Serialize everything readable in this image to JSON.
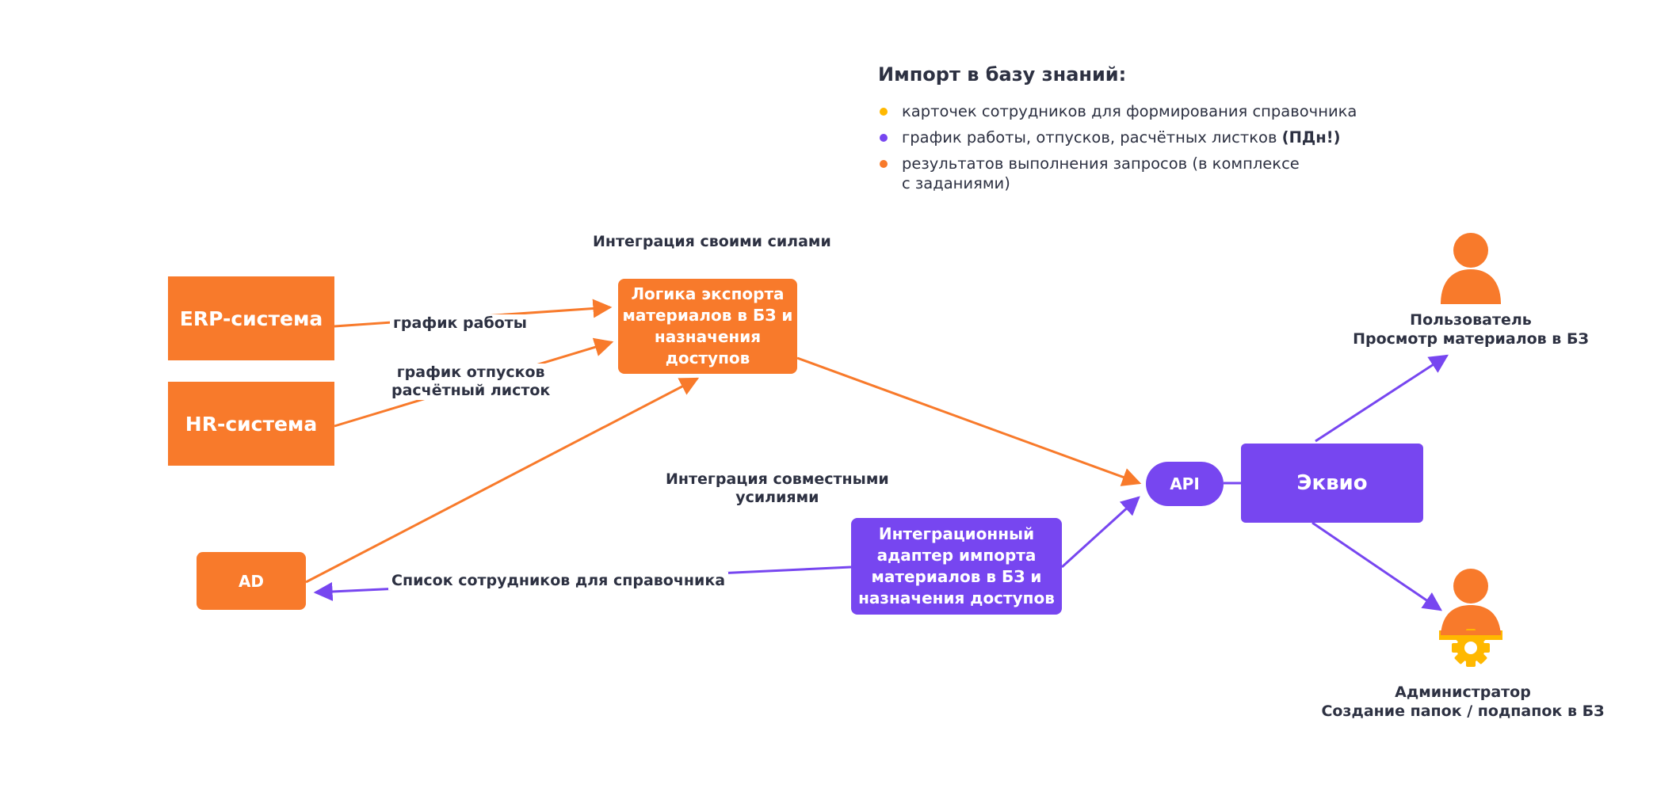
{
  "legend": {
    "title": "Импорт в базу знаний:",
    "items": [
      {
        "text": "карточек сотрудников для формирования справочника",
        "bold": "",
        "color": "#ffb800"
      },
      {
        "text": "график работы, отпусков, расчётных листков",
        "bold": "(ПДн!)",
        "color": "#7746f0"
      },
      {
        "text_lines": [
          "результатов выполнения запросов (в комплексе",
          "с заданиями)"
        ],
        "color": "#f87a2b"
      }
    ]
  },
  "headings": {
    "self_integration": "Интеграция своими силами",
    "joint_integration": [
      "Интеграция совместными",
      "усилиями"
    ]
  },
  "nodes": {
    "erp": "ERP-система",
    "hr": "HR-система",
    "ad": "AD",
    "export_logic": [
      "Логика экспорта",
      "материалов в БЗ и",
      "назначения",
      "доступов"
    ],
    "adapter": [
      "Интеграционный",
      "адаптер импорта",
      "материалов в БЗ и",
      "назначения доступов"
    ],
    "api": "API",
    "ekvio": "Эквио"
  },
  "edge_labels": {
    "work_schedule": "график работы",
    "vacation_payslip": [
      "график отпусков",
      "расчётный листок"
    ],
    "employee_list": "Список сотрудников для справочника"
  },
  "actors": {
    "user": [
      "Пользователь",
      "Просмотр материалов в БЗ"
    ],
    "admin": [
      "Администратор",
      "Создание папок / подпапок в БЗ"
    ]
  },
  "colors": {
    "orange": "#f87a2b",
    "violet": "#7746f0",
    "yellow": "#ffb800",
    "text": "#2d3142"
  }
}
